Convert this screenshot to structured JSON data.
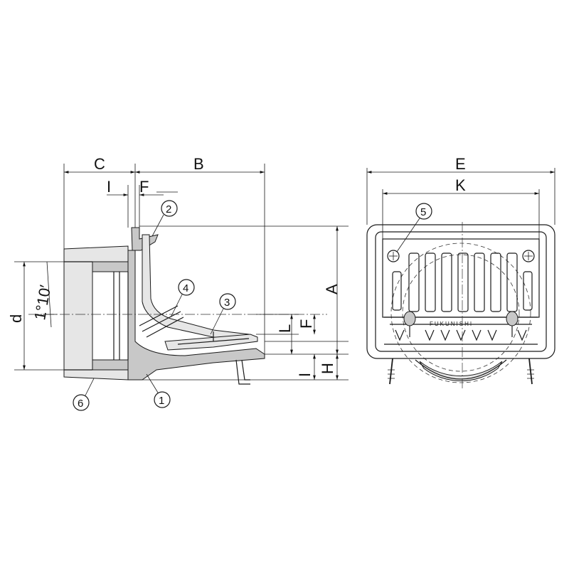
{
  "dimensions": {
    "A": "A",
    "B": "B",
    "C": "C",
    "d": "d",
    "E": "E",
    "F_top": "F",
    "F_side": "F",
    "H": "H",
    "I_top": "I",
    "I_side": "I",
    "K": "K",
    "L": "L",
    "angle": "1°10′"
  },
  "callouts": {
    "c1": "1",
    "c2": "2",
    "c3": "3",
    "c4": "4",
    "c5": "5",
    "c6": "6"
  },
  "brand": "FUKUNISHI"
}
